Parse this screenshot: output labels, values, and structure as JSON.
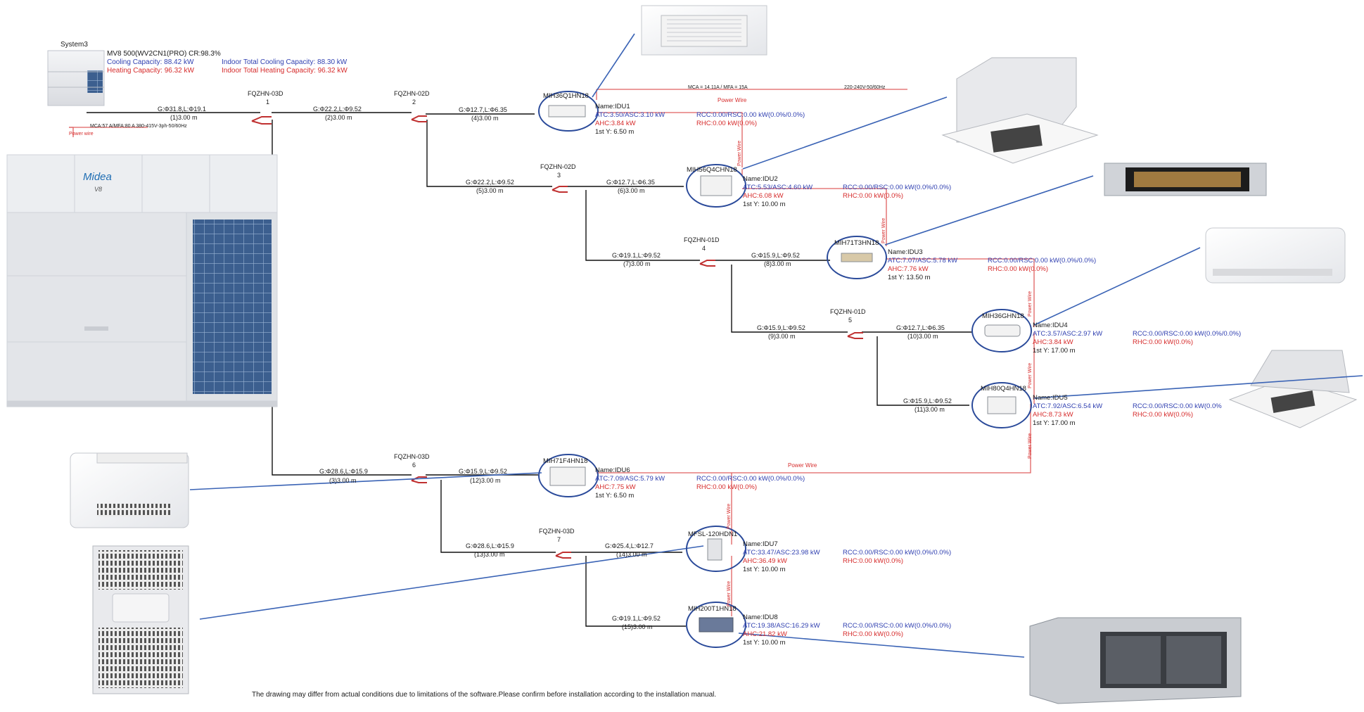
{
  "system": {
    "name": "System3",
    "model_line": "MV8 500(WV2CN1(PRO) CR:98.3%",
    "cooling_capacity": "Cooling Capacity: 88.42 kW",
    "heating_capacity": "Heating Capacity: 96.32 kW",
    "indoor_cooling": "Indoor Total Cooling Capacity: 88.30 kW",
    "indoor_heating": "Indoor Total Heating Capacity: 96.32 kW",
    "power_wire": "Power wire",
    "power_spec": "MCA:57 A/MFA:80 A  380-415V-3ph-50/60Hz"
  },
  "odu_brand": "Midea",
  "odu_series": "V8",
  "top_power": {
    "mca": "MCA = 14.11A / MFA = 15A",
    "voltage": "220-240V-50/60Hz",
    "label": "Power Wire"
  },
  "joints": [
    {
      "id": "j1",
      "model": "FQZHN-03D",
      "num": "1"
    },
    {
      "id": "j2",
      "model": "FQZHN-02D",
      "num": "2"
    },
    {
      "id": "j3",
      "model": "FQZHN-02D",
      "num": "3"
    },
    {
      "id": "j4",
      "model": "FQZHN-01D",
      "num": "4"
    },
    {
      "id": "j5",
      "model": "FQZHN-01D",
      "num": "5"
    },
    {
      "id": "j6",
      "model": "FQZHN-03D",
      "num": "6"
    },
    {
      "id": "j7",
      "model": "FQZHN-03D",
      "num": "7"
    }
  ],
  "pipes": [
    {
      "id": "p1",
      "spec": "G:Φ31.8,L:Φ19.1",
      "len": "(1)3.00 m"
    },
    {
      "id": "p2",
      "spec": "G:Φ22.2,L:Φ9.52",
      "len": "(2)3.00 m"
    },
    {
      "id": "p3",
      "spec": "G:Φ28.6,L:Φ15.9",
      "len": "(3)3.00 m"
    },
    {
      "id": "p4",
      "spec": "G:Φ12.7,L:Φ6.35",
      "len": "(4)3.00 m"
    },
    {
      "id": "p5",
      "spec": "G:Φ22.2,L:Φ9.52",
      "len": "(5)3.00 m"
    },
    {
      "id": "p6",
      "spec": "G:Φ12.7,L:Φ6.35",
      "len": "(6)3.00 m"
    },
    {
      "id": "p7",
      "spec": "G:Φ19.1,L:Φ9.52",
      "len": "(7)3.00 m"
    },
    {
      "id": "p8",
      "spec": "G:Φ15.9,L:Φ9.52",
      "len": "(8)3.00 m"
    },
    {
      "id": "p9",
      "spec": "G:Φ15.9,L:Φ9.52",
      "len": "(9)3.00 m"
    },
    {
      "id": "p10",
      "spec": "G:Φ12.7,L:Φ6.35",
      "len": "(10)3.00 m"
    },
    {
      "id": "p11",
      "spec": "G:Φ15.9,L:Φ9.52",
      "len": "(11)3.00 m"
    },
    {
      "id": "p12",
      "spec": "G:Φ15.9,L:Φ9.52",
      "len": "(12)3.00 m"
    },
    {
      "id": "p13",
      "spec": "G:Φ28.6,L:Φ15.9",
      "len": "(13)3.00 m"
    },
    {
      "id": "p14",
      "spec": "G:Φ25.4,L:Φ12.7",
      "len": "(14)3.00 m"
    },
    {
      "id": "p15",
      "spec": "G:Φ19.1,L:Φ9.52",
      "len": "(15)3.00 m"
    }
  ],
  "idus": [
    {
      "id": "u1",
      "model": "MIH36Q1HN18",
      "name": "Name:IDU1",
      "atc": "ATC:3.50/ASC:3.10 kW",
      "ahc": "AHC:3.84 kW",
      "first": "1st Y: 6.50 m",
      "rcc": "RCC:0.00/RSC:0.00 kW(0.0%/0.0%)",
      "rhc": "RHC:0.00 kW(0.0%)"
    },
    {
      "id": "u2",
      "model": "MIH56Q4CHN18",
      "name": "Name:IDU2",
      "atc": "ATC:5.53/ASC:4.60 kW",
      "ahc": "AHC:6.08 kW",
      "first": "1st Y: 10.00 m",
      "rcc": "RCC:0.00/RSC:0.00 kW(0.0%/0.0%)",
      "rhc": "RHC:0.00 kW(0.0%)"
    },
    {
      "id": "u3",
      "model": "MIH71T3HN18",
      "name": "Name:IDU3",
      "atc": "ATC:7.07/ASC:5.78 kW",
      "ahc": "AHC:7.76 kW",
      "first": "1st Y: 13.50 m",
      "rcc": "RCC:0.00/RSC:0.00 kW(0.0%/0.0%)",
      "rhc": "RHC:0.00 kW(0.0%)"
    },
    {
      "id": "u4",
      "model": "MIH36GHN18",
      "name": "Name:IDU4",
      "atc": "ATC:3.57/ASC:2.97 kW",
      "ahc": "AHC:3.84 kW",
      "first": "1st Y: 17.00 m",
      "rcc": "RCC:0.00/RSC:0.00 kW(0.0%/0.0%)",
      "rhc": "RHC:0.00 kW(0.0%)"
    },
    {
      "id": "u5",
      "model": "MIH80Q4HN18",
      "name": "Name:IDU5",
      "atc": "ATC:7.92/ASC:6.54 kW",
      "ahc": "AHC:8.73 kW",
      "first": "1st Y: 17.00 m",
      "rcc": "RCC:0.00/RSC:0.00 kW(0.0%",
      "rhc": "RHC:0.00 kW(0.0%)"
    },
    {
      "id": "u6",
      "model": "MIH71F4HN18",
      "name": "Name:IDU6",
      "atc": "ATC:7.09/ASC:5.79 kW",
      "ahc": "AHC:7.75 kW",
      "first": "1st Y: 6.50 m",
      "rcc": "RCC:0.00/RSC:0.00 kW(0.0%/0.0%)",
      "rhc": "RHC:0.00 kW(0.0%)"
    },
    {
      "id": "u7",
      "model": "MFSL-120HDN1",
      "name": "Name:IDU7",
      "atc": "ATC:33.47/ASC:23.98 kW",
      "ahc": "AHC:36.49 kW",
      "first": "1st Y: 10.00 m",
      "rcc": "RCC:0.00/RSC:0.00 kW(0.0%/0.0%)",
      "rhc": "RHC:0.00 kW(0.0%)"
    },
    {
      "id": "u8",
      "model": "MIH200T1HN18",
      "name": "Name:IDU8",
      "atc": "ATC:19.38/ASC:16.29 kW",
      "ahc": "AHC:21.82 kW",
      "first": "1st Y: 10.00 m",
      "rcc": "RCC:0.00/RSC:0.00 kW(0.0%/0.0%)",
      "rhc": "RHC:0.00 kW(0.0%)"
    }
  ],
  "power_wire_label": "Power Wire",
  "disclaimer": "The drawing may differ from actual conditions due to limitations of the software.Please confirm before installation according to the installation manual."
}
